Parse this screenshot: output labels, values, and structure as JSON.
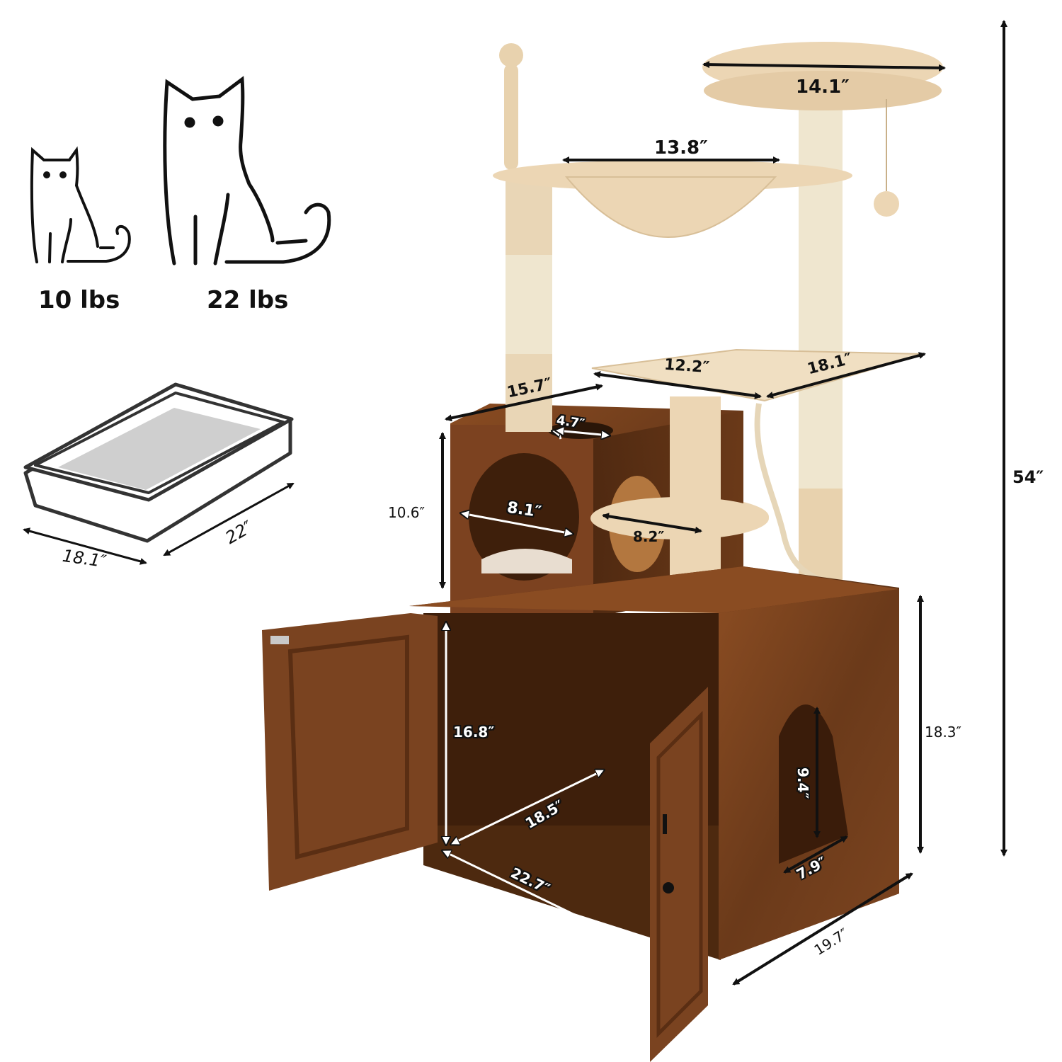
{
  "cat_weights": [
    {
      "label": "10 lbs",
      "size": "small"
    },
    {
      "label": "22 lbs",
      "size": "large"
    }
  ],
  "litter_box": {
    "width_label": "18.1″",
    "length_label": "22″"
  },
  "dimensions": {
    "top_perch_diameter": "14.1″",
    "hammock_width": "13.8″",
    "platform_depth": "12.2″",
    "platform_width": "18.1″",
    "condo_width": "15.7″",
    "condo_top_hole": "4.7″",
    "condo_height": "10.6″",
    "condo_entrance": "8.1″",
    "step_perch": "8.2″",
    "total_height": "54″",
    "cabinet_height": "18.3″",
    "cabinet_inner_height": "16.8″",
    "cabinet_inner_depth": "18.5″",
    "cabinet_inner_width": "22.7″",
    "side_entrance_height": "9.4″",
    "side_entrance_width": "7.9″",
    "cabinet_depth": "19.7″"
  },
  "colors": {
    "wood": "#7a4320",
    "wood_dark": "#4e2a12",
    "plush": "#eedcc0",
    "sisal": "#efe6cf",
    "arrow": "#111111"
  }
}
